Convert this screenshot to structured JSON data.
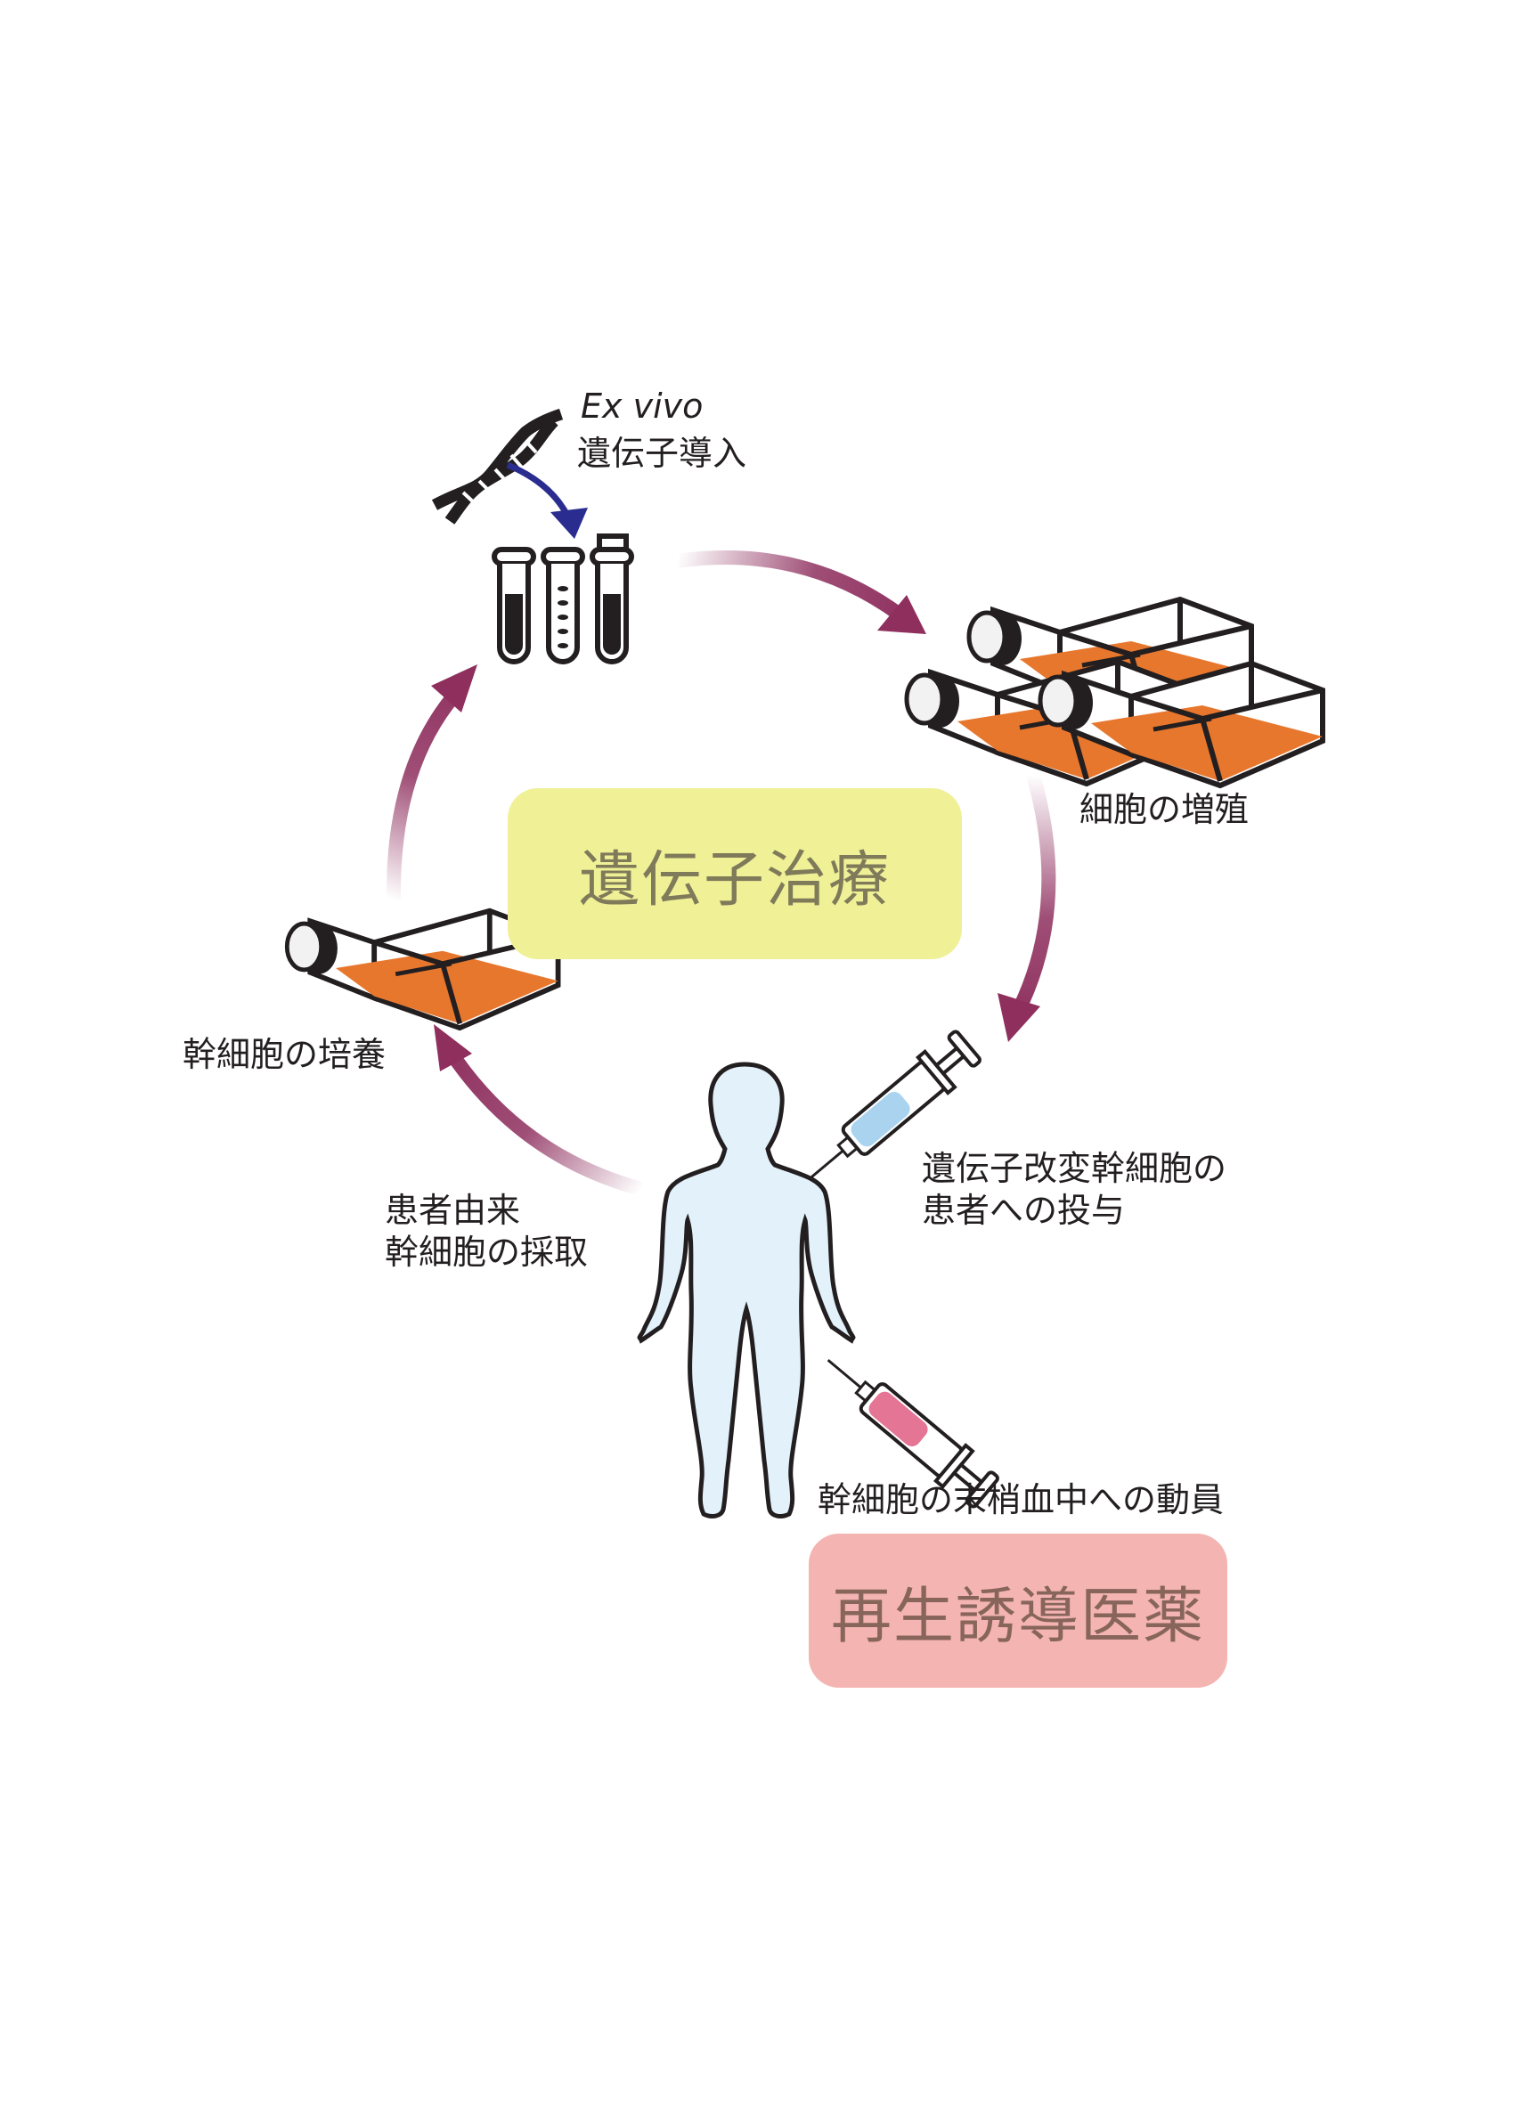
{
  "diagram": {
    "labels": {
      "ex_vivo": "Ex vivo",
      "gene_transfer": "遺伝子導入",
      "cell_proliferation": "細胞の増殖",
      "stem_cell_culture": "幹細胞の培養",
      "patient_derived_line1": "患者由来",
      "patient_derived_line2": "幹細胞の採取",
      "administration_line1": "遺伝子改変幹細胞の",
      "administration_line2": "患者への投与",
      "mobilization": "幹細胞の末梢血中への動員"
    },
    "boxes": {
      "gene_therapy": {
        "text": "遺伝子治療",
        "bg": "#f0f096",
        "fg": "#7f7a5a"
      },
      "regenerative_medicine": {
        "text": "再生誘導医薬",
        "bg": "#f4b4b2",
        "fg": "#87655a"
      }
    },
    "colors": {
      "cycle_arrow": "#8e2f5e",
      "dna_arrow": "#2a2d8f",
      "flask_medium": "#e8772e",
      "outline": "#231f20",
      "body_fill": "#e3f1fb",
      "syringe_blue": "#a9d3ee",
      "syringe_pink": "#e57595"
    },
    "icons": [
      "dna-icon",
      "test-tubes-icon",
      "culture-flasks-icon",
      "culture-flask-icon",
      "human-body-icon",
      "syringe-icon"
    ]
  }
}
